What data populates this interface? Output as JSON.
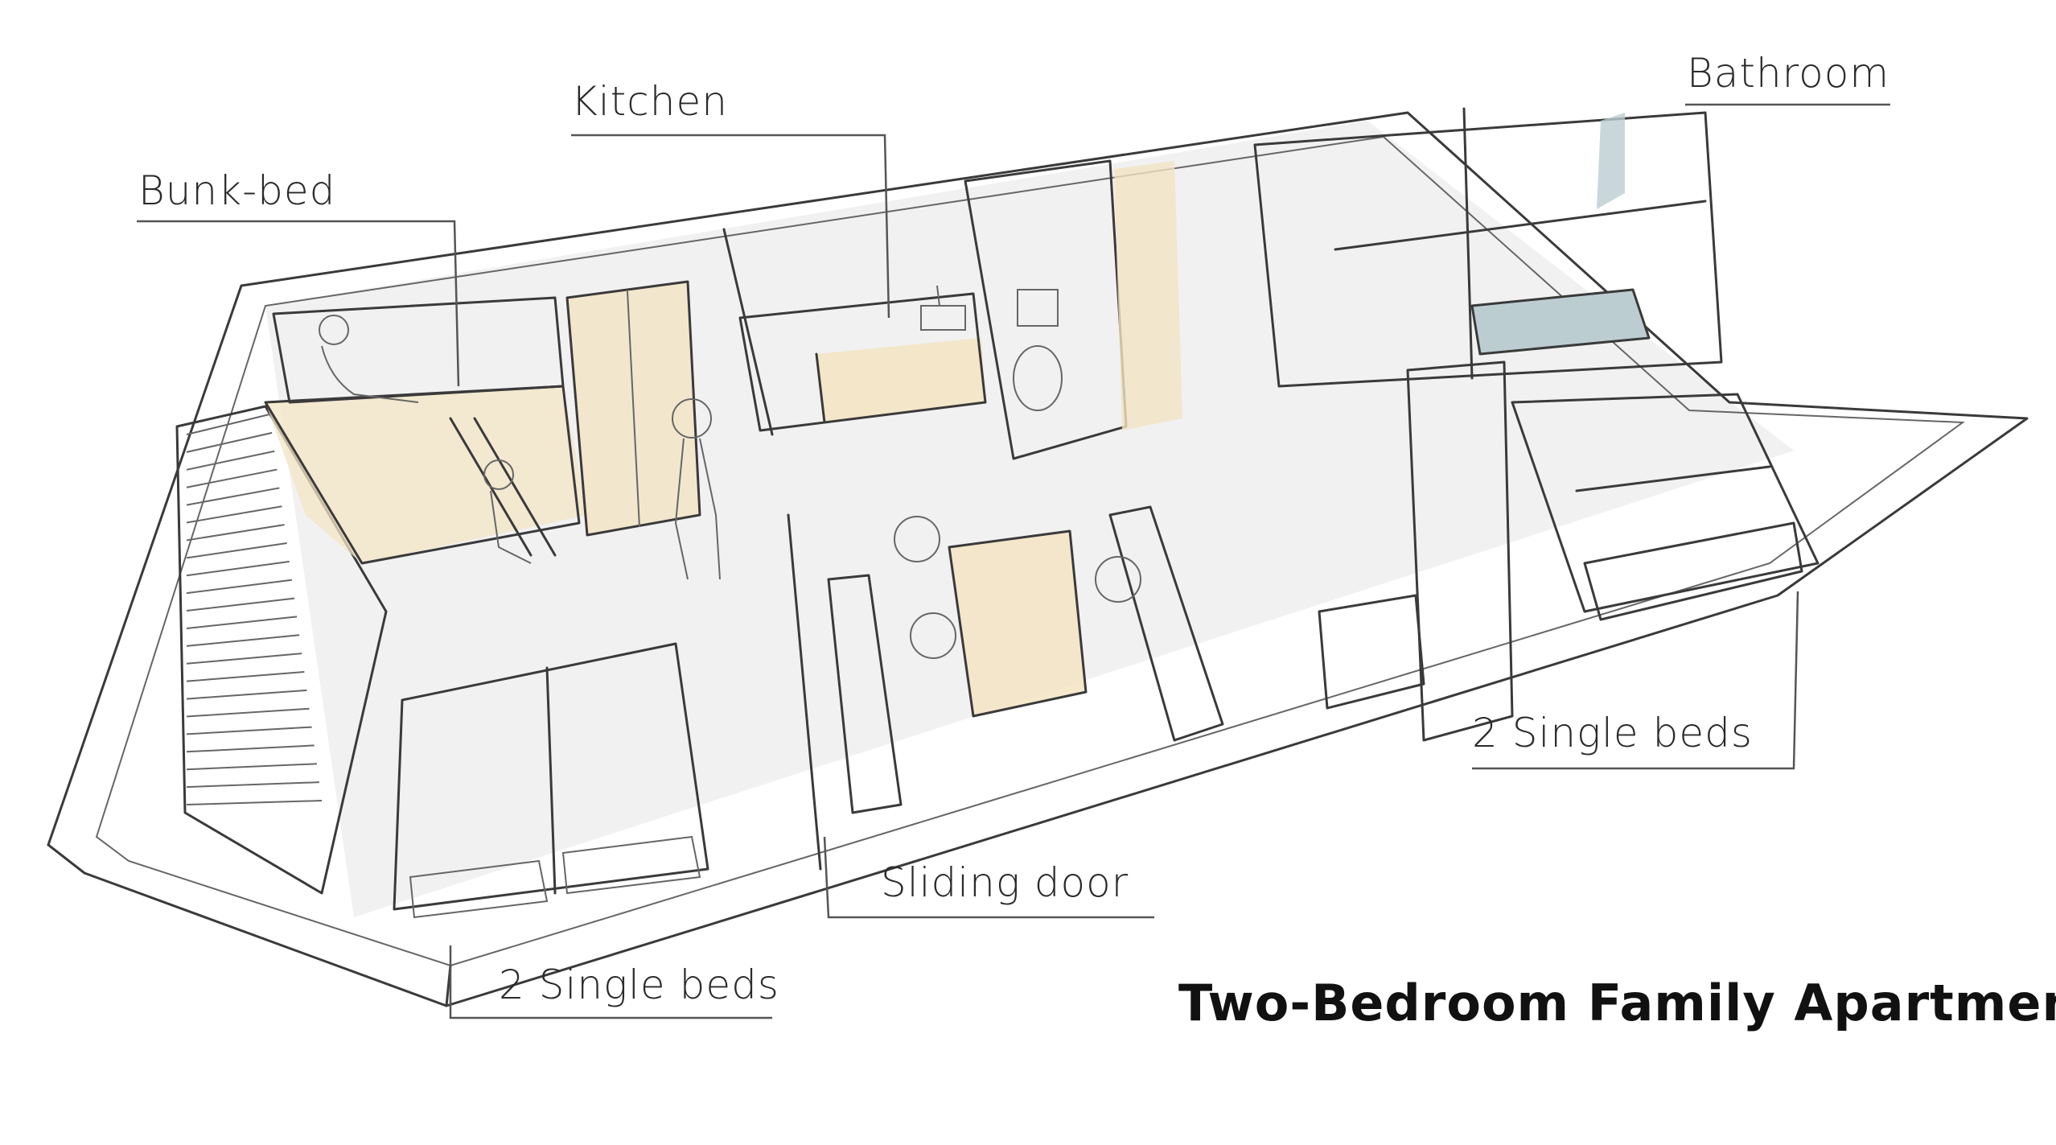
{
  "title": "Two-Bedroom Family Apartment",
  "labels": {
    "bunk_bed": "Bunk-bed",
    "kitchen": "Kitchen",
    "bathroom": "Bathroom",
    "single_beds_right": "2 Single beds",
    "sliding_door": "Sliding door",
    "single_beds_left": "2 Single beds"
  },
  "colors": {
    "wood": "#f3e4c4",
    "floor": "#f0f0f0",
    "tub": "#bccdd2",
    "line": "#3a3a3a"
  }
}
